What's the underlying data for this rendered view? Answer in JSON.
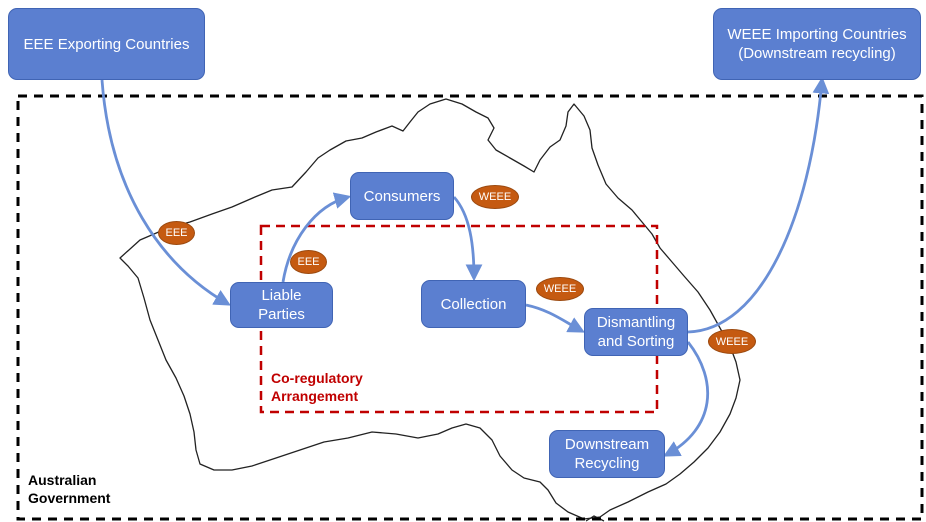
{
  "colors": {
    "node_fill": "#5b7fd0",
    "node_border": "#4064b4",
    "badge_fill": "#c55a11",
    "arrow": "#6a8fd6",
    "australian_government_boundary": "#000000",
    "co_regulatory_boundary": "#c00000",
    "map_outline": "#222222"
  },
  "nodes": {
    "eee_exporting": {
      "line1": "EEE Exporting Countries"
    },
    "weee_importing": {
      "line1": "WEEE Importing Countries",
      "line2": "(Downstream recycling)"
    },
    "consumers": {
      "line1": "Consumers"
    },
    "liable_parties": {
      "line1": "Liable",
      "line2": "Parties"
    },
    "collection": {
      "line1": "Collection"
    },
    "dismantling": {
      "line1": "Dismantling",
      "line2": "and Sorting"
    },
    "downstream": {
      "line1": "Downstream",
      "line2": "Recycling"
    }
  },
  "badges": {
    "eee_import": "EEE",
    "eee_liable": "EEE",
    "weee_consumers": "WEEE",
    "weee_collection": "WEEE",
    "weee_export": "WEEE"
  },
  "regions": {
    "co_regulatory": {
      "line1": "Co-regulatory",
      "line2": "Arrangement"
    },
    "australian_government": {
      "line1": "Australian",
      "line2": "Government"
    }
  }
}
